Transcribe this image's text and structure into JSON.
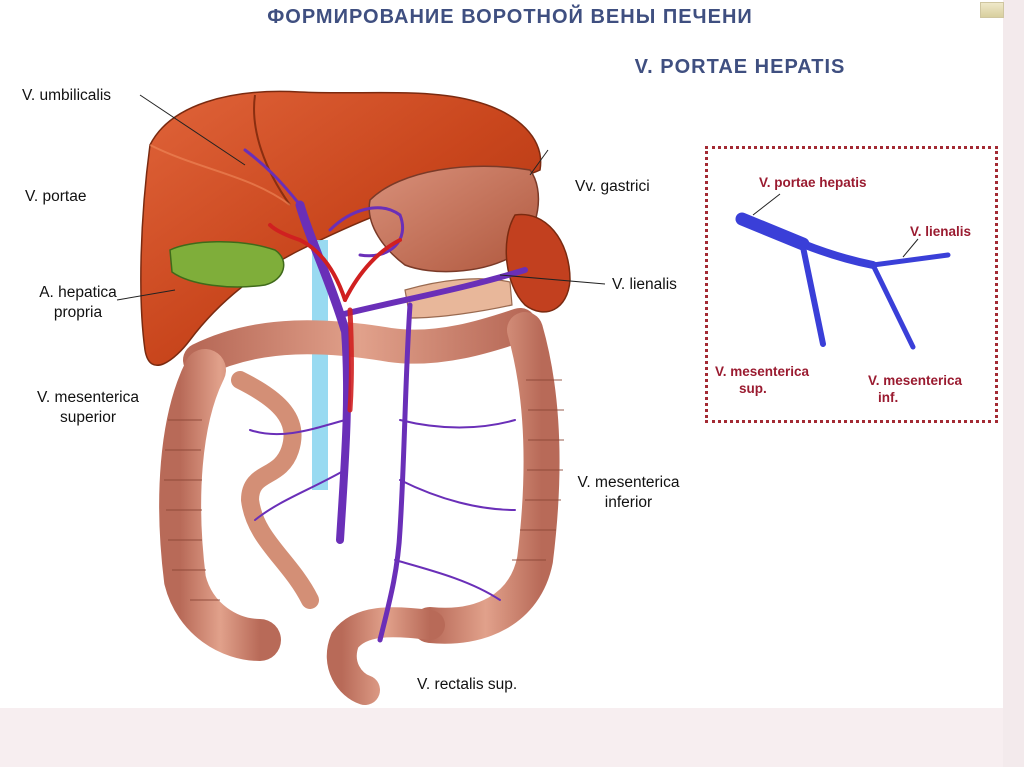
{
  "title_ru": "ФОРМИРОВАНИЕ ВОРОТНОЙ ВЕНЫ ПЕЧЕНИ",
  "title_lat": "V. PORTAE HEPATIS",
  "labels": {
    "umbilicalis": "V. umbilicalis",
    "portae": "V. portae",
    "hepatica_line1": "A. hepatica",
    "hepatica_line2": "propria",
    "mes_sup_line1": "V. mesenterica",
    "mes_sup_line2": "superior",
    "gastrici": "Vv. gastrici",
    "lienalis": "V. lienalis",
    "mes_inf_line1": "V. mesenterica",
    "mes_inf_line2": "inferior",
    "rectalis": "V. rectalis sup."
  },
  "scheme": {
    "portae_hepatis": "V. portae hepatis",
    "lienalis": "V. lienalis",
    "mes_sup_line1": "V. mesenterica",
    "mes_sup_line2": "sup.",
    "mes_inf_line1": "V. mesenterica",
    "mes_inf_line2": "inf."
  },
  "colors": {
    "title": "#3f4f80",
    "scheme_border": "#a32a33",
    "scheme_vein": "#3a3fd8",
    "scheme_text": "#9a1b30",
    "liver": "#c4431c",
    "intestine": "#c98068",
    "vein": "#6a2fb8",
    "artery": "#d02020"
  }
}
